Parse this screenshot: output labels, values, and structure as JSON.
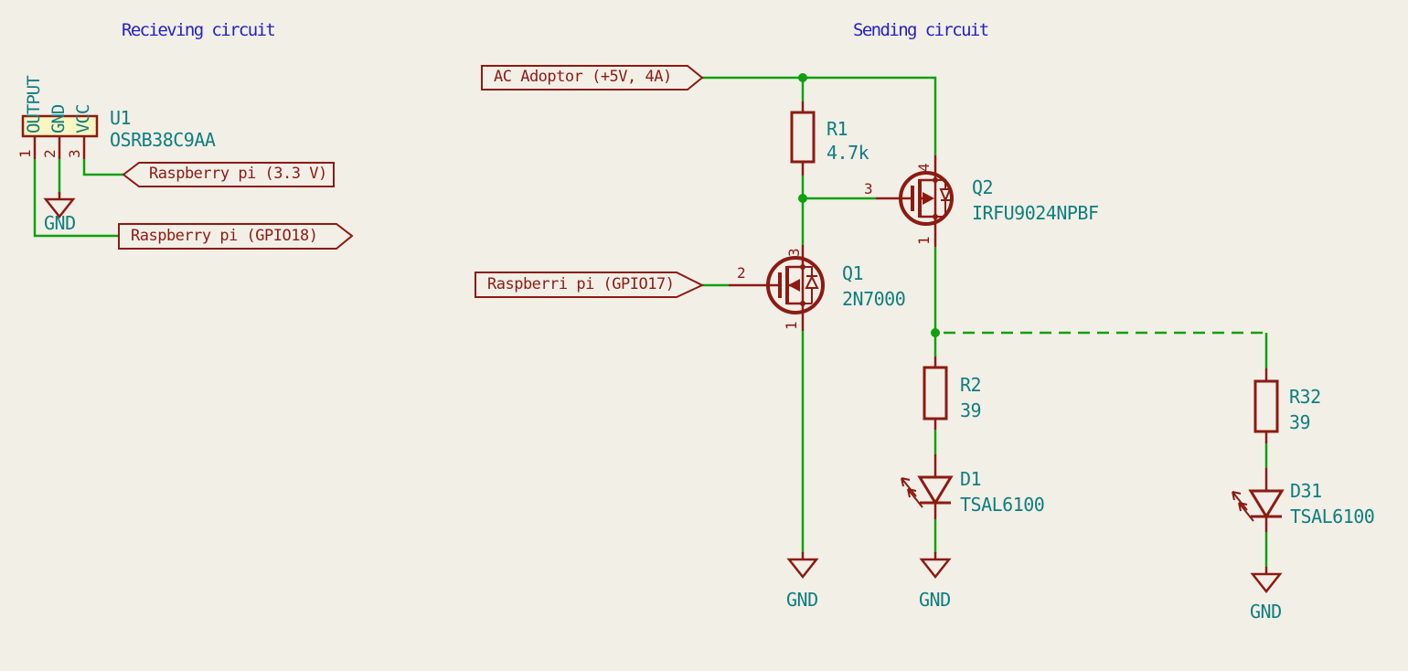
{
  "titles": {
    "receiving": "Recieving circuit",
    "sending": "Sending circuit"
  },
  "colors": {
    "background": "#f2efe7",
    "wire_green": "#0ea10e",
    "symbol_red": "#8d1a12",
    "text_teal": "#0d7e7e",
    "title_blue": "#2222c3",
    "component_fill_yellow": "#fbf5c2"
  },
  "receiving": {
    "u1": {
      "ref": "U1",
      "value": "OSRB38C9AA",
      "pin_names": [
        "OUTPUT",
        "GND",
        "VCC"
      ],
      "pin_numbers": [
        "1",
        "2",
        "3"
      ]
    },
    "gnd": "GND",
    "label_3v3": "Raspberry pi (3.3 V)",
    "label_gpio18": "Raspberry pi (GPIO18)"
  },
  "sending": {
    "label_power": "AC Adoptor (+5V, 4A)",
    "label_gpio17": "Raspberri pi (GPIO17)",
    "r1": {
      "ref": "R1",
      "value": "4.7k"
    },
    "q2": {
      "ref": "Q2",
      "value": "IRFU9024NPBF",
      "pin_drain": "4",
      "pin_gate": "3",
      "pin_source": "1"
    },
    "q1": {
      "ref": "Q1",
      "value": "2N7000",
      "pin_drain": "3",
      "pin_gate": "2",
      "pin_source": "1"
    },
    "r2": {
      "ref": "R2",
      "value": "39"
    },
    "d1": {
      "ref": "D1",
      "value": "TSAL6100"
    },
    "r32": {
      "ref": "R32",
      "value": "39"
    },
    "d31": {
      "ref": "D31",
      "value": "TSAL6100"
    },
    "gnd_q1": "GND",
    "gnd_d1": "GND",
    "gnd_d31": "GND"
  }
}
